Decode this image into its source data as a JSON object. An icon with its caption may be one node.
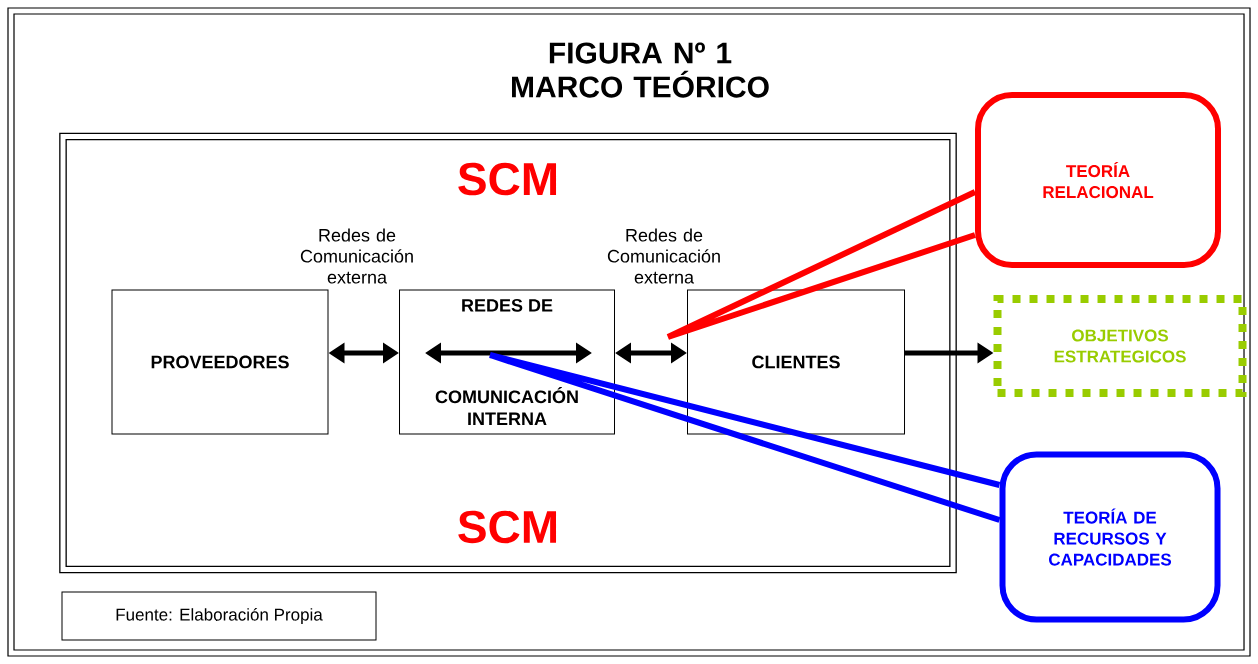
{
  "diagram": {
    "title": "FIGURA Nº 1 MARCO TEÓRICO",
    "nodes": [
      {
        "text": [
          "SCM",
          "SCM"
        ]
      },
      {
        "text": [
          "PROVEEDORES"
        ],
        "in": 0
      },
      {
        "text": [
          "REDES DE",
          "COMUNICACIÓN INTERNA"
        ],
        "in": 0
      },
      {
        "text": [
          "CLIENTES"
        ],
        "in": 0
      },
      {
        "text": [
          "OBJETIVOS ESTRATEGICOS"
        ]
      },
      {
        "text": [
          "TEORÍA RELACIONAL"
        ]
      },
      {
        "text": [
          "TEORÍA DE RECURSOS Y CAPACIDADES"
        ]
      },
      {
        "text": [
          "Fuente: Elaboración Propia"
        ]
      }
    ],
    "edges": [
      {
        "from": 1,
        "to": 2,
        "arrow": "both",
        "label": "Redes de Comunicación externa"
      },
      {
        "from": 2,
        "to": 3,
        "arrow": "both",
        "label": "Redes de Comunicación externa"
      },
      {
        "from": 3,
        "to": 4,
        "arrow": "to"
      },
      {
        "from": 5,
        "to": null,
        "arrow": "none",
        "color": "#ff0000"
      },
      {
        "from": 6,
        "to": null,
        "arrow": "none",
        "color": "#0000ff"
      }
    ]
  }
}
